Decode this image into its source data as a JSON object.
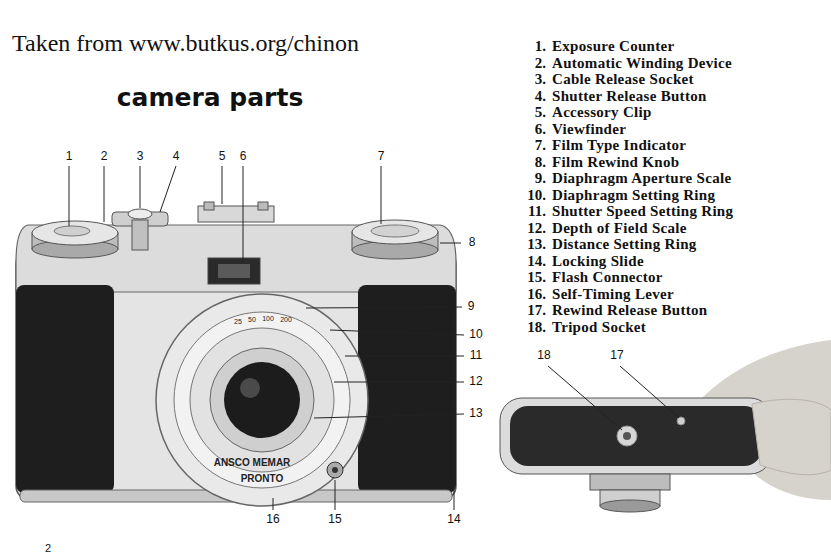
{
  "diagram": {
    "title": "camera parts",
    "labels": [
      "Taken from www.butkus.org/chinon",
      "1.",
      "Exposure Counter",
      "2.",
      "Automatic Winding Device",
      "3.",
      "Cable Release Socket",
      "4.",
      "Shutter Release Button",
      "5.",
      "Accessory Clip",
      "6.",
      "Viewfinder",
      "7.",
      "Film Type Indicator",
      "8.",
      "Film Rewind Knob",
      "9.",
      "Diaphragm Aperture Scale",
      "10.",
      "Diaphragm Setting Ring",
      "11.",
      "Shutter Speed Setting Ring",
      "12.",
      "Depth of Field Scale",
      "13.",
      "Distance Setting Ring",
      "14.",
      "Locking Slide",
      "15.",
      "Flash Connector",
      "16.",
      "Self-Timing Lever",
      "17.",
      "Rewind Release Button",
      "18.",
      "Tripod Socket",
      "1",
      "2",
      "3",
      "4",
      "5",
      "6",
      "7",
      "8",
      "9",
      "10",
      "11",
      "12",
      "13",
      "14",
      "15",
      "16",
      "18",
      "17",
      "ANSCO MEMAR",
      "PRONTO",
      "25",
      "50",
      "100",
      "200",
      "2"
    ]
  }
}
